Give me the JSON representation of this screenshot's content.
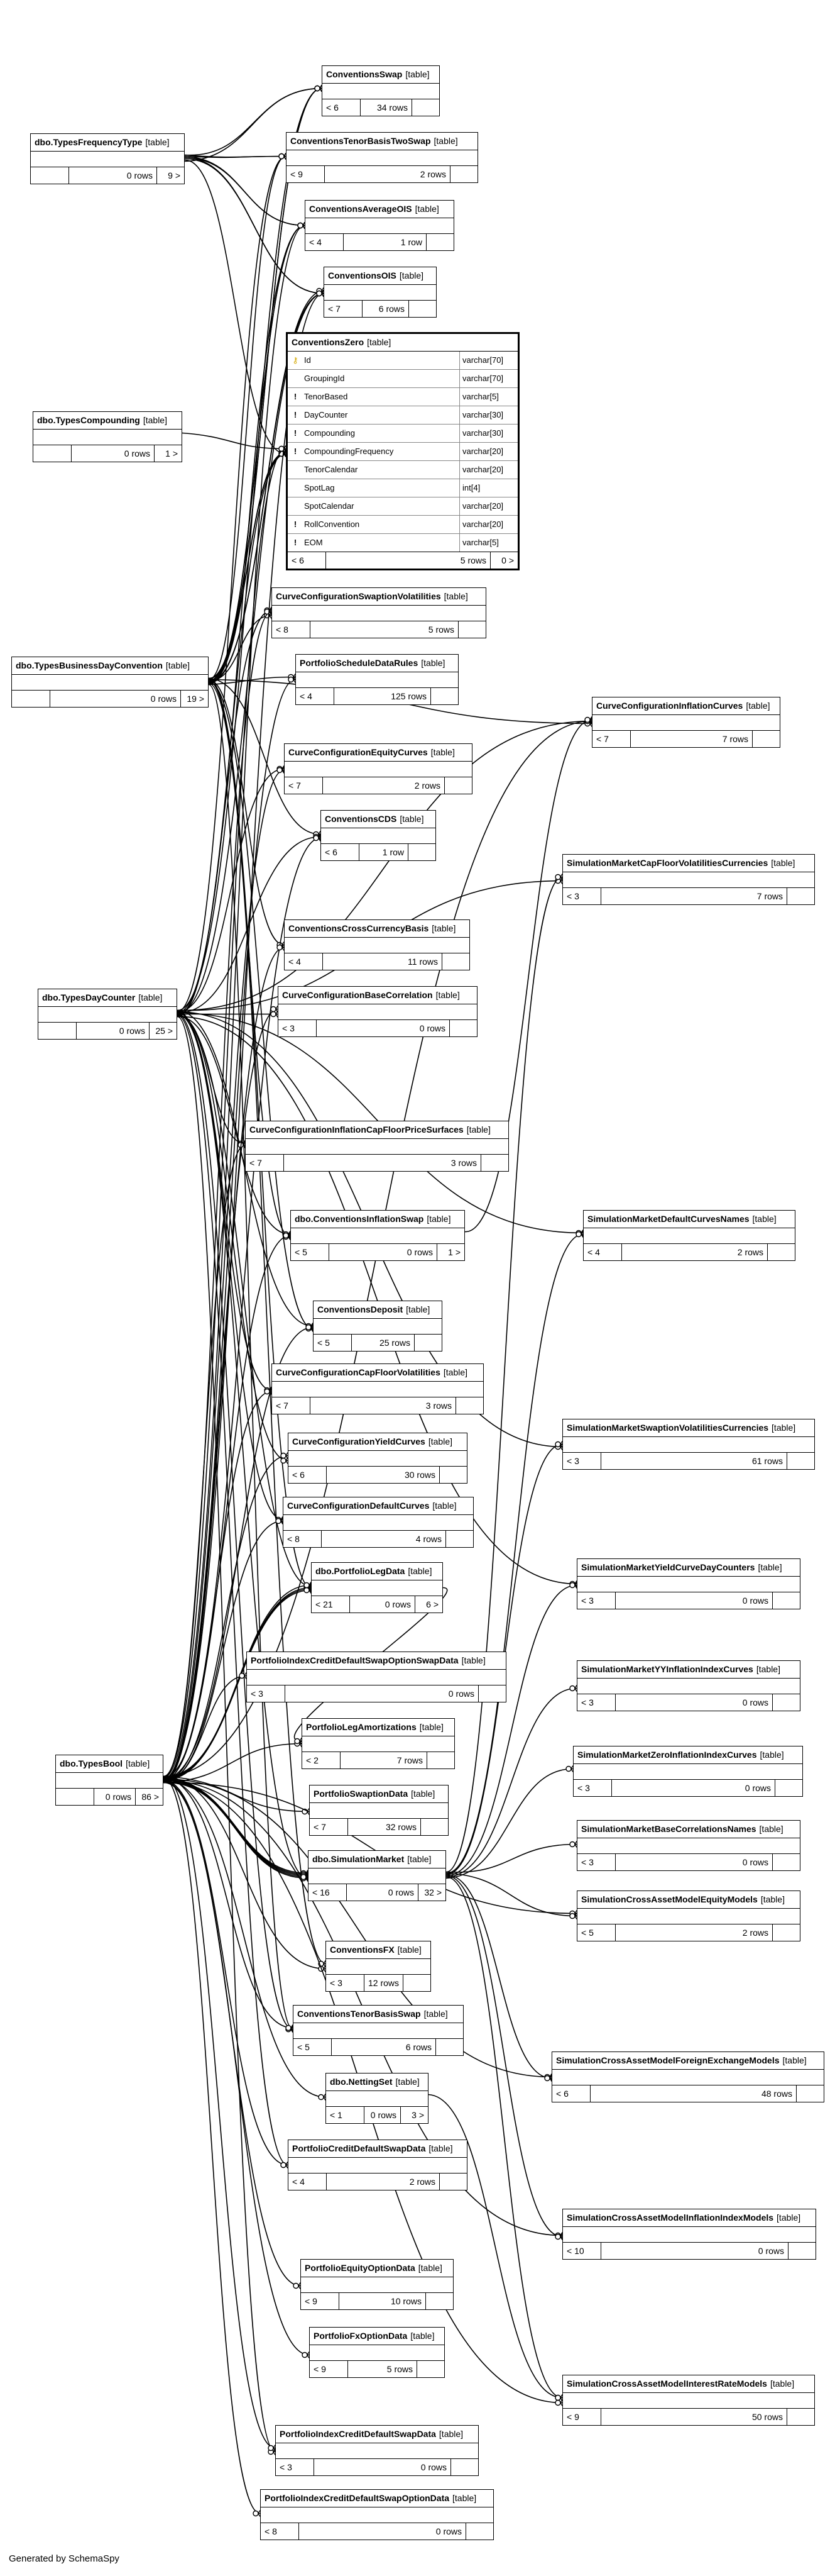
{
  "tables": [
    {
      "id": "conventionsSwap",
      "name": "ConventionsSwap",
      "type": "[table]",
      "left": "< 6",
      "mid": "34 rows",
      "right": ""
    },
    {
      "id": "typesFrequencyType",
      "name": "dbo.TypesFrequencyType",
      "type": "[table]",
      "left": "",
      "mid": "0 rows",
      "right": "9 >"
    },
    {
      "id": "conventionsTenorBasisTwoSwap",
      "name": "ConventionsTenorBasisTwoSwap",
      "type": "[table]",
      "left": "< 9",
      "mid": "2 rows",
      "right": ""
    },
    {
      "id": "conventionsAverageOIS",
      "name": "ConventionsAverageOIS",
      "type": "[table]",
      "left": "< 4",
      "mid": "1 row",
      "right": ""
    },
    {
      "id": "conventionsOIS",
      "name": "ConventionsOIS",
      "type": "[table]",
      "left": "< 7",
      "mid": "6 rows",
      "right": ""
    },
    {
      "id": "conventionsZero",
      "name": "ConventionsZero",
      "type": "[table]",
      "left": "< 6",
      "mid": "5 rows",
      "right": "0 >",
      "columns": [
        {
          "icon": "⚷",
          "name": "Id",
          "datatype": "varchar[70]"
        },
        {
          "icon": "",
          "name": "GroupingId",
          "datatype": "varchar[70]"
        },
        {
          "icon": "!",
          "name": "TenorBased",
          "datatype": "varchar[5]"
        },
        {
          "icon": "!",
          "name": "DayCounter",
          "datatype": "varchar[30]"
        },
        {
          "icon": "!",
          "name": "Compounding",
          "datatype": "varchar[30]"
        },
        {
          "icon": "!",
          "name": "CompoundingFrequency",
          "datatype": "varchar[20]"
        },
        {
          "icon": "",
          "name": "TenorCalendar",
          "datatype": "varchar[20]"
        },
        {
          "icon": "",
          "name": "SpotLag",
          "datatype": "int[4]"
        },
        {
          "icon": "",
          "name": "SpotCalendar",
          "datatype": "varchar[20]"
        },
        {
          "icon": "!",
          "name": "RollConvention",
          "datatype": "varchar[20]"
        },
        {
          "icon": "!",
          "name": "EOM",
          "datatype": "varchar[5]"
        }
      ]
    },
    {
      "id": "typesCompounding",
      "name": "dbo.TypesCompounding",
      "type": "[table]",
      "left": "",
      "mid": "0 rows",
      "right": "1 >"
    },
    {
      "id": "ccSwaptionVolatilities",
      "name": "CurveConfigurationSwaptionVolatilities",
      "type": "[table]",
      "left": "< 8",
      "mid": "5 rows",
      "right": ""
    },
    {
      "id": "typesBusinessDayConvention",
      "name": "dbo.TypesBusinessDayConvention",
      "type": "[table]",
      "left": "",
      "mid": "0 rows",
      "right": "19 >"
    },
    {
      "id": "portfolioScheduleDataRules",
      "name": "PortfolioScheduleDataRules",
      "type": "[table]",
      "left": "< 4",
      "mid": "125 rows",
      "right": ""
    },
    {
      "id": "ccInflationCurves",
      "name": "CurveConfigurationInflationCurves",
      "type": "[table]",
      "left": "< 7",
      "mid": "7 rows",
      "right": ""
    },
    {
      "id": "ccEquityCurves",
      "name": "CurveConfigurationEquityCurves",
      "type": "[table]",
      "left": "< 7",
      "mid": "2 rows",
      "right": ""
    },
    {
      "id": "conventionsCDS",
      "name": "ConventionsCDS",
      "type": "[table]",
      "left": "< 6",
      "mid": "1 row",
      "right": ""
    },
    {
      "id": "smCapFloorVolCurrencies",
      "name": "SimulationMarketCapFloorVolatilitiesCurrencies",
      "type": "[table]",
      "left": "< 3",
      "mid": "7 rows",
      "right": ""
    },
    {
      "id": "conventionsCrossCurrencyBasis",
      "name": "ConventionsCrossCurrencyBasis",
      "type": "[table]",
      "left": "< 4",
      "mid": "11 rows",
      "right": ""
    },
    {
      "id": "typesDayCounter",
      "name": "dbo.TypesDayCounter",
      "type": "[table]",
      "left": "",
      "mid": "0 rows",
      "right": "25 >"
    },
    {
      "id": "ccBaseCorrelation",
      "name": "CurveConfigurationBaseCorrelation",
      "type": "[table]",
      "left": "< 3",
      "mid": "0 rows",
      "right": ""
    },
    {
      "id": "ccInflationCapFloorPriceSurfaces",
      "name": "CurveConfigurationInflationCapFloorPriceSurfaces",
      "type": "[table]",
      "left": "< 7",
      "mid": "3 rows",
      "right": ""
    },
    {
      "id": "conventionsInflationSwap",
      "name": "dbo.ConventionsInflationSwap",
      "type": "[table]",
      "left": "< 5",
      "mid": "0 rows",
      "right": "1 >"
    },
    {
      "id": "smDefaultCurvesNames",
      "name": "SimulationMarketDefaultCurvesNames",
      "type": "[table]",
      "left": "< 4",
      "mid": "2 rows",
      "right": ""
    },
    {
      "id": "conventionsDeposit",
      "name": "ConventionsDeposit",
      "type": "[table]",
      "left": "< 5",
      "mid": "25 rows",
      "right": ""
    },
    {
      "id": "ccCapFloorVolatilities",
      "name": "CurveConfigurationCapFloorVolatilities",
      "type": "[table]",
      "left": "< 7",
      "mid": "3 rows",
      "right": ""
    },
    {
      "id": "smSwaptionVolCurrencies",
      "name": "SimulationMarketSwaptionVolatilitiesCurrencies",
      "type": "[table]",
      "left": "< 3",
      "mid": "61 rows",
      "right": ""
    },
    {
      "id": "ccYieldCurves",
      "name": "CurveConfigurationYieldCurves",
      "type": "[table]",
      "left": "< 6",
      "mid": "30 rows",
      "right": ""
    },
    {
      "id": "ccDefaultCurves",
      "name": "CurveConfigurationDefaultCurves",
      "type": "[table]",
      "left": "< 8",
      "mid": "4 rows",
      "right": ""
    },
    {
      "id": "smYieldCurveDayCounters",
      "name": "SimulationMarketYieldCurveDayCounters",
      "type": "[table]",
      "left": "< 3",
      "mid": "0 rows",
      "right": ""
    },
    {
      "id": "portfolioLegData",
      "name": "dbo.PortfolioLegData",
      "type": "[table]",
      "left": "< 21",
      "mid": "0 rows",
      "right": "6 >"
    },
    {
      "id": "smYYInflationIndexCurves",
      "name": "SimulationMarketYYInflationIndexCurves",
      "type": "[table]",
      "left": "< 3",
      "mid": "0 rows",
      "right": ""
    },
    {
      "id": "piCDSOptionSwapData",
      "name": "PortfolioIndexCreditDefaultSwapOptionSwapData",
      "type": "[table]",
      "left": "< 3",
      "mid": "0 rows",
      "right": ""
    },
    {
      "id": "portfolioLegAmortizations",
      "name": "PortfolioLegAmortizations",
      "type": "[table]",
      "left": "< 2",
      "mid": "7 rows",
      "right": ""
    },
    {
      "id": "smZeroInflationIndexCurves",
      "name": "SimulationMarketZeroInflationIndexCurves",
      "type": "[table]",
      "left": "< 3",
      "mid": "0 rows",
      "right": ""
    },
    {
      "id": "typesBool",
      "name": "dbo.TypesBool",
      "type": "[table]",
      "left": "",
      "mid": "0 rows",
      "right": "86 >"
    },
    {
      "id": "portfolioSwaptionData",
      "name": "PortfolioSwaptionData",
      "type": "[table]",
      "left": "< 7",
      "mid": "32 rows",
      "right": ""
    },
    {
      "id": "smBaseCorrelationsNames",
      "name": "SimulationMarketBaseCorrelationsNames",
      "type": "[table]",
      "left": "< 3",
      "mid": "0 rows",
      "right": ""
    },
    {
      "id": "simulationMarket",
      "name": "dbo.SimulationMarket",
      "type": "[table]",
      "left": "< 16",
      "mid": "0 rows",
      "right": "32 >"
    },
    {
      "id": "scaEquityModels",
      "name": "SimulationCrossAssetModelEquityModels",
      "type": "[table]",
      "left": "< 5",
      "mid": "2 rows",
      "right": ""
    },
    {
      "id": "conventionsFX",
      "name": "ConventionsFX",
      "type": "[table]",
      "left": "< 3",
      "mid": "12 rows",
      "right": ""
    },
    {
      "id": "conventionsTenorBasisSwap",
      "name": "ConventionsTenorBasisSwap",
      "type": "[table]",
      "left": "< 5",
      "mid": "6 rows",
      "right": ""
    },
    {
      "id": "scaForeignExchangeModels",
      "name": "SimulationCrossAssetModelForeignExchangeModels",
      "type": "[table]",
      "left": "< 6",
      "mid": "48 rows",
      "right": ""
    },
    {
      "id": "nettingSet",
      "name": "dbo.NettingSet",
      "type": "[table]",
      "left": "< 1",
      "mid": "0 rows",
      "right": "3 >"
    },
    {
      "id": "portfolioCDSData",
      "name": "PortfolioCreditDefaultSwapData",
      "type": "[table]",
      "left": "< 4",
      "mid": "2 rows",
      "right": ""
    },
    {
      "id": "scaInflationIndexModels",
      "name": "SimulationCrossAssetModelInflationIndexModels",
      "type": "[table]",
      "left": "< 10",
      "mid": "0 rows",
      "right": ""
    },
    {
      "id": "portfolioEquityOptionData",
      "name": "PortfolioEquityOptionData",
      "type": "[table]",
      "left": "< 9",
      "mid": "10 rows",
      "right": ""
    },
    {
      "id": "portfolioFxOptionData",
      "name": "PortfolioFxOptionData",
      "type": "[table]",
      "left": "< 9",
      "mid": "5 rows",
      "right": ""
    },
    {
      "id": "scaInterestRateModels",
      "name": "SimulationCrossAssetModelInterestRateModels",
      "type": "[table]",
      "left": "< 9",
      "mid": "50 rows",
      "right": ""
    },
    {
      "id": "piCDSData",
      "name": "PortfolioIndexCreditDefaultSwapData",
      "type": "[table]",
      "left": "< 3",
      "mid": "0 rows",
      "right": ""
    },
    {
      "id": "piCDSOptionData",
      "name": "PortfolioIndexCreditDefaultSwapOptionData",
      "type": "[table]",
      "left": "< 8",
      "mid": "0 rows",
      "right": ""
    }
  ],
  "footer": "Generated by SchemaSpy"
}
